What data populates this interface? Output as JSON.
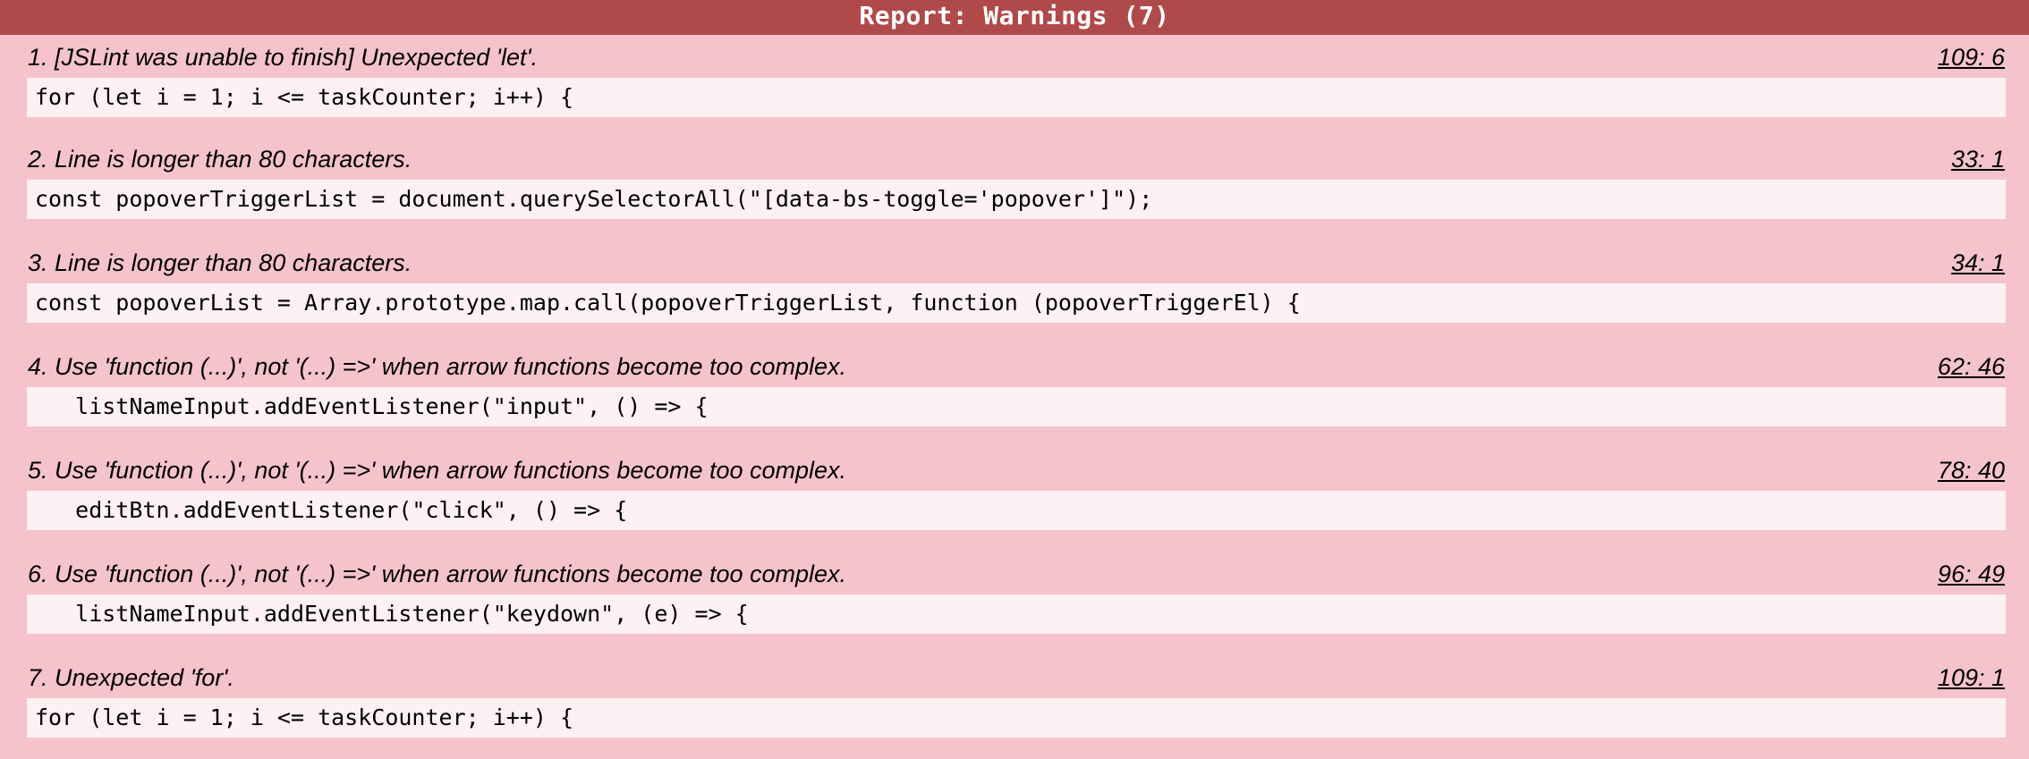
{
  "header": {
    "title": "Report: Warnings (7)"
  },
  "warnings": [
    {
      "message": "1. [JSLint was unable to finish] Unexpected 'let'.",
      "location": "109: 6",
      "code": "for (let i = 1; i <= taskCounter; i++) {"
    },
    {
      "message": "2. Line is longer than 80 characters.",
      "location": "33: 1",
      "code": "const popoverTriggerList = document.querySelectorAll(\"[data-bs-toggle='popover']\");"
    },
    {
      "message": "3. Line is longer than 80 characters.",
      "location": "34: 1",
      "code": "const popoverList = Array.prototype.map.call(popoverTriggerList, function (popoverTriggerEl) {"
    },
    {
      "message": "4. Use 'function (...)', not '(...) =>' when arrow functions become too complex.",
      "location": "62: 46",
      "code": "   listNameInput.addEventListener(\"input\", () => {"
    },
    {
      "message": "5. Use 'function (...)', not '(...) =>' when arrow functions become too complex.",
      "location": "78: 40",
      "code": "   editBtn.addEventListener(\"click\", () => {"
    },
    {
      "message": "6. Use 'function (...)', not '(...) =>' when arrow functions become too complex.",
      "location": "96: 49",
      "code": "   listNameInput.addEventListener(\"keydown\", (e) => {"
    },
    {
      "message": "7. Unexpected 'for'.",
      "location": "109: 1",
      "code": "for (let i = 1; i <= taskCounter; i++) {"
    }
  ],
  "colors": {
    "header_bg": "#b04a4a",
    "page_bg": "#f5c3cb",
    "code_bg": "#fdf1f3"
  }
}
